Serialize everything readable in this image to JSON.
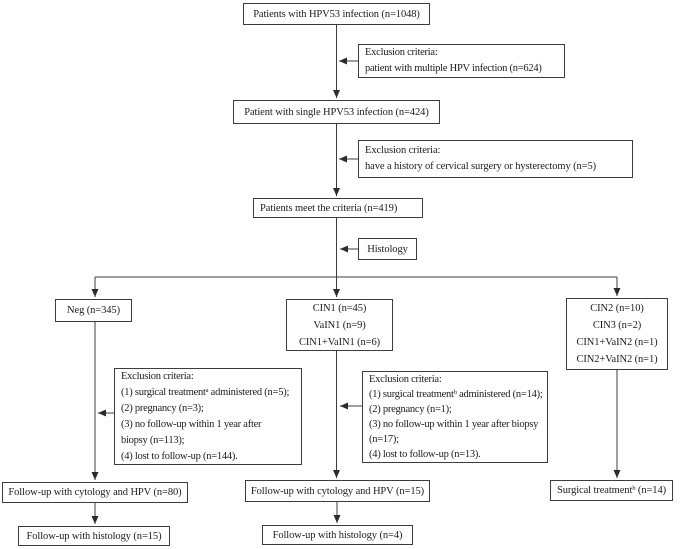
{
  "figure": {
    "type": "flowchart",
    "background_color": "#ffffff",
    "line_color": "#3c3c3c",
    "text_color": "#1c1c1c"
  },
  "nodes": {
    "hpv53": {
      "label": "Patients with HPV53 infection (n=1048)"
    },
    "exclusion1": {
      "lines": [
        "Exclusion criteria:",
        "patient with multiple HPV infection (n=624)"
      ]
    },
    "single_hpv53": {
      "label": "Patient with single HPV53 infection (n=424)"
    },
    "exclusion2": {
      "lines": [
        "Exclusion criteria:",
        "have a history of cervical surgery or hysterectomy (n=5)"
      ]
    },
    "meet_criteria": {
      "label": "Patients meet the criteria (n=419)"
    },
    "histology": {
      "label": "Histology"
    },
    "neg": {
      "label": "Neg (n=345)"
    },
    "cin1_group": {
      "lines": [
        "CIN1 (n=45)",
        "VaIN1 (n=9)",
        "CIN1+VaIN1 (n=6)"
      ]
    },
    "cin2_group": {
      "lines": [
        "CIN2 (n=10)",
        "CIN3 (n=2)",
        "CIN1+VaIN2 (n=1)",
        "CIN2+VaIN2 (n=1)"
      ]
    },
    "exclusion3": {
      "lines": [
        "Exclusion criteria:",
        "(1) surgical treatmentᵃ administered (n=5);",
        "(2) pregnancy (n=3);",
        "(3) no follow-up within 1 year after",
        "biopsy (n=113);",
        "(4) lost to follow-up (n=144)."
      ]
    },
    "exclusion4": {
      "lines": [
        "Exclusion criteria:",
        "(1) surgical treatmentᵇ administered (n=14);",
        "(2) pregnancy (n=1);",
        "(3) no follow-up within 1 year after biopsy",
        "(n=17);",
        "(4) lost to follow-up (n=13)."
      ]
    },
    "followup_cyt_hpv_80": {
      "label": "Follow-up with cytology and HPV (n=80)"
    },
    "followup_cyt_hpv_15": {
      "label": "Follow-up with cytology and HPV (n=15)"
    },
    "surgical_treatment_14": {
      "label": "Surgical treatmentᵇ (n=14)"
    },
    "followup_histology_15": {
      "label": "Follow-up with histology (n=15)"
    },
    "followup_histology_4": {
      "label": "Follow-up with histology (n=4)"
    }
  }
}
